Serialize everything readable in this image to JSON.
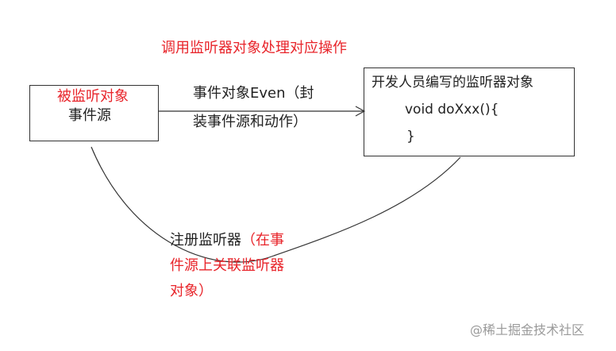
{
  "colors": {
    "accent_red": "#e8242a",
    "text": "#222222",
    "watermark": "#9a9a9a"
  },
  "top_annotation": "调用监听器对象处理对应操作",
  "source_box": {
    "label_red": "被监听对象",
    "label": "事件源"
  },
  "arrow_label": {
    "line1": "事件对象Even（封",
    "line2": "装事件源和动作）"
  },
  "listener_box": {
    "title": "开发人员编写的监听器对象",
    "code_line1": "void doXxx(){",
    "code_line2": "}"
  },
  "register_label": {
    "part1": "注册监听器",
    "part2_red": "（在事",
    "line2_red": "件源上关联监听器",
    "line3_red": "对象）"
  },
  "watermark": "@稀土掘金技术社区"
}
